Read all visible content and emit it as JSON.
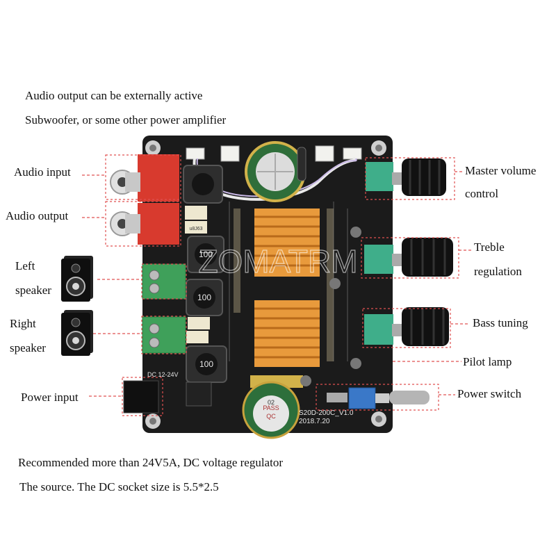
{
  "header": {
    "line1": "Audio output can be externally active",
    "line2": "Subwoofer, or some other power amplifier"
  },
  "footer": {
    "line1": "Recommended more than 24V5A, DC voltage regulator",
    "line2": "The source. The DC socket size is 5.5*2.5"
  },
  "labels": {
    "audio_input": "Audio input",
    "audio_output": "Audio output",
    "left_speaker_1": "Left",
    "left_speaker_2": "speaker",
    "right_speaker_1": "Right",
    "right_speaker_2": "speaker",
    "power_input": "Power input",
    "master_volume_1": "Master volume",
    "master_volume_2": "control",
    "treble_1": "Treble",
    "treble_2": "regulation",
    "bass": "Bass tuning",
    "pilot": "Pilot lamp",
    "power_switch": "Power switch"
  },
  "board_text": {
    "dc": "DC 12-24V",
    "model": "S20D-200C_V1.0",
    "date": "2018.7.20",
    "inductor": "100",
    "cap_pass": "PASS",
    "cap_qc": "QC",
    "cap_num": "02",
    "film_cap": "u8J63",
    "watermark": "ZOMATRM"
  },
  "colors": {
    "pcb": "#1b1b1b",
    "heatsink": "#e89a3c",
    "rca": "#d83a2e",
    "terminal": "#3fa05a",
    "pot": "#3fae8a",
    "knob": "#111111",
    "switch": "#3a78c8",
    "leader": "#e05050"
  }
}
